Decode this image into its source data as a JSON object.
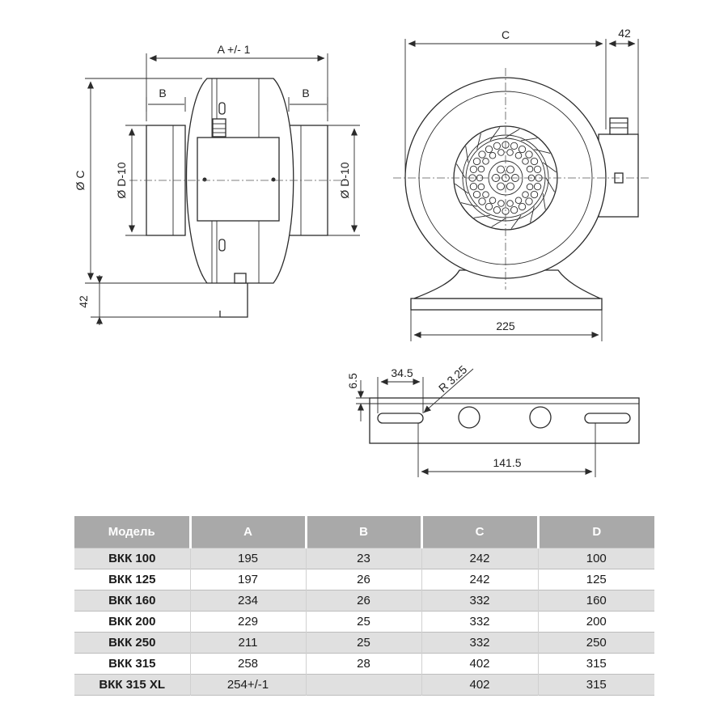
{
  "dims": {
    "a_label": "A +/- 1",
    "b_left": "B",
    "b_right": "B",
    "dia_c": "Ø C",
    "dia_d_left": "Ø D-10",
    "dia_d_right": "Ø D-10",
    "h42_left": "42",
    "front_c": "C",
    "front_42": "42",
    "front_225": "225",
    "bracket_65": "6.5",
    "bracket_345": "34.5",
    "bracket_r": "R 3.25",
    "bracket_1415": "141.5"
  },
  "table": {
    "headers": [
      "Модель",
      "A",
      "B",
      "C",
      "D"
    ],
    "rows": [
      [
        "ВКК 100",
        "195",
        "23",
        "242",
        "100"
      ],
      [
        "ВКК 125",
        "197",
        "26",
        "242",
        "125"
      ],
      [
        "ВКК 160",
        "234",
        "26",
        "332",
        "160"
      ],
      [
        "ВКК 200",
        "229",
        "25",
        "332",
        "200"
      ],
      [
        "ВКК 250",
        "211",
        "25",
        "332",
        "250"
      ],
      [
        "ВКК 315",
        "258",
        "28",
        "402",
        "315"
      ],
      [
        "ВКК 315 XL",
        "254+/-1",
        "",
        "402",
        "315"
      ]
    ]
  }
}
